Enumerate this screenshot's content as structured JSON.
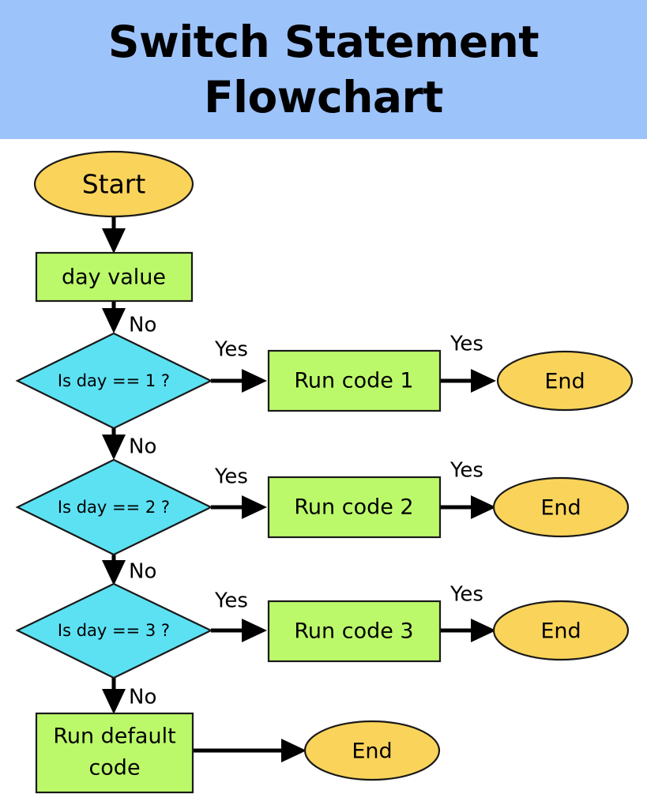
{
  "header": {
    "title_line_1": "Switch Statement",
    "title_line_2": "Flowchart",
    "background_color": "#9dc3fb",
    "text_color": "#000000"
  },
  "palette": {
    "terminator_fill": "#fad45a",
    "process_fill": "#bcf96a",
    "decision_fill": "#5ce1f2",
    "shape_stroke": "#1a1a1a",
    "connector_stroke": "#000000",
    "page_background": "#ffffff"
  },
  "flowchart": {
    "type": "flowchart",
    "nodes": [
      {
        "id": "start",
        "label": "Start",
        "shape": "ellipse",
        "fill_role": "terminator_fill"
      },
      {
        "id": "day-value",
        "label": "day value",
        "shape": "rectangle",
        "fill_role": "process_fill"
      },
      {
        "id": "decision-1",
        "label": "Is day == 1 ?",
        "shape": "diamond",
        "fill_role": "decision_fill"
      },
      {
        "id": "run-code-1",
        "label": "Run code 1",
        "shape": "rectangle",
        "fill_role": "process_fill"
      },
      {
        "id": "end-1",
        "label": "End",
        "shape": "ellipse",
        "fill_role": "terminator_fill"
      },
      {
        "id": "decision-2",
        "label": "Is day == 2 ?",
        "shape": "diamond",
        "fill_role": "decision_fill"
      },
      {
        "id": "run-code-2",
        "label": "Run code 2",
        "shape": "rectangle",
        "fill_role": "process_fill"
      },
      {
        "id": "end-2",
        "label": "End",
        "shape": "ellipse",
        "fill_role": "terminator_fill"
      },
      {
        "id": "decision-3",
        "label": "Is day == 3 ?",
        "shape": "diamond",
        "fill_role": "decision_fill"
      },
      {
        "id": "run-code-3",
        "label": "Run code 3",
        "shape": "rectangle",
        "fill_role": "process_fill"
      },
      {
        "id": "end-3",
        "label": "End",
        "shape": "ellipse",
        "fill_role": "terminator_fill"
      },
      {
        "id": "run-default",
        "label_line_1": "Run default",
        "label_line_2": "code",
        "shape": "rectangle",
        "fill_role": "process_fill"
      },
      {
        "id": "end-default",
        "label": "End",
        "shape": "ellipse",
        "fill_role": "terminator_fill"
      }
    ],
    "edges": [
      {
        "from": "start",
        "to": "day-value",
        "label": ""
      },
      {
        "from": "day-value",
        "to": "decision-1",
        "label": "No"
      },
      {
        "from": "decision-1",
        "to": "run-code-1",
        "label": "Yes"
      },
      {
        "from": "run-code-1",
        "to": "end-1",
        "label": "Yes"
      },
      {
        "from": "decision-1",
        "to": "decision-2",
        "label": "No"
      },
      {
        "from": "decision-2",
        "to": "run-code-2",
        "label": "Yes"
      },
      {
        "from": "run-code-2",
        "to": "end-2",
        "label": "Yes"
      },
      {
        "from": "decision-2",
        "to": "decision-3",
        "label": "No"
      },
      {
        "from": "decision-3",
        "to": "run-code-3",
        "label": "Yes"
      },
      {
        "from": "run-code-3",
        "to": "end-3",
        "label": "Yes"
      },
      {
        "from": "decision-3",
        "to": "run-default",
        "label": "No"
      },
      {
        "from": "run-default",
        "to": "end-default",
        "label": ""
      }
    ],
    "edge_labels": {
      "no_1": "No",
      "no_2": "No",
      "no_3": "No",
      "no_4": "No",
      "yes_d1": "Yes",
      "yes_e1": "Yes",
      "yes_d2": "Yes",
      "yes_e2": "Yes",
      "yes_d3": "Yes",
      "yes_e3": "Yes"
    }
  }
}
